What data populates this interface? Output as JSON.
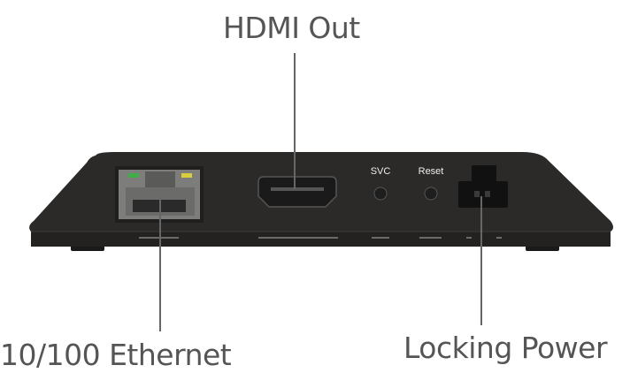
{
  "callouts": {
    "hdmi": "HDMI Out",
    "ethernet": "10/100 Ethernet",
    "power": "Locking Power"
  },
  "device_labels": {
    "svc": "SVC",
    "reset": "Reset"
  },
  "colors": {
    "body": "#2b2a29",
    "text": "#555555",
    "led_green": "#3fae49",
    "led_yellow": "#d9cf3a"
  }
}
